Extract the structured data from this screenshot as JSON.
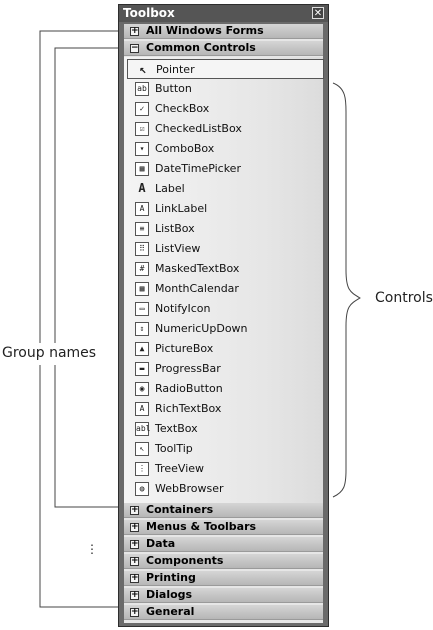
{
  "toolbox": {
    "title": "Toolbox",
    "close_glyph": "✕",
    "groups_top": [
      {
        "label": "All Windows Forms",
        "expander": "+"
      },
      {
        "label": "Common Controls",
        "expander": "−"
      }
    ],
    "controls": [
      {
        "label": "Pointer",
        "icon": "pointer-icon",
        "glyph": "↖",
        "selected": true
      },
      {
        "label": "Button",
        "icon": "button-icon",
        "glyph": "ab"
      },
      {
        "label": "CheckBox",
        "icon": "checkbox-icon",
        "glyph": "✓"
      },
      {
        "label": "CheckedListBox",
        "icon": "checkedlistbox-icon",
        "glyph": "☑"
      },
      {
        "label": "ComboBox",
        "icon": "combobox-icon",
        "glyph": "▾"
      },
      {
        "label": "DateTimePicker",
        "icon": "datetimepicker-icon",
        "glyph": "▦"
      },
      {
        "label": "Label",
        "icon": "label-icon",
        "glyph": "A"
      },
      {
        "label": "LinkLabel",
        "icon": "linklabel-icon",
        "glyph": "A"
      },
      {
        "label": "ListBox",
        "icon": "listbox-icon",
        "glyph": "≡"
      },
      {
        "label": "ListView",
        "icon": "listview-icon",
        "glyph": "⠿"
      },
      {
        "label": "MaskedTextBox",
        "icon": "maskedtextbox-icon",
        "glyph": "#"
      },
      {
        "label": "MonthCalendar",
        "icon": "monthcalendar-icon",
        "glyph": "▦"
      },
      {
        "label": "NotifyIcon",
        "icon": "notifyicon-icon",
        "glyph": "▭"
      },
      {
        "label": "NumericUpDown",
        "icon": "numericupdown-icon",
        "glyph": "⇕"
      },
      {
        "label": "PictureBox",
        "icon": "picturebox-icon",
        "glyph": "▲"
      },
      {
        "label": "ProgressBar",
        "icon": "progressbar-icon",
        "glyph": "▬"
      },
      {
        "label": "RadioButton",
        "icon": "radiobutton-icon",
        "glyph": "◉"
      },
      {
        "label": "RichTextBox",
        "icon": "richtextbox-icon",
        "glyph": "A"
      },
      {
        "label": "TextBox",
        "icon": "textbox-icon",
        "glyph": "abl"
      },
      {
        "label": "ToolTip",
        "icon": "tooltip-icon",
        "glyph": "↖"
      },
      {
        "label": "TreeView",
        "icon": "treeview-icon",
        "glyph": "⋮"
      },
      {
        "label": "WebBrowser",
        "icon": "webbrowser-icon",
        "glyph": "◍"
      }
    ],
    "groups_bottom": [
      {
        "label": "Containers",
        "expander": "+"
      },
      {
        "label": "Menus & Toolbars",
        "expander": "+"
      },
      {
        "label": "Data",
        "expander": "+"
      },
      {
        "label": "Components",
        "expander": "+"
      },
      {
        "label": "Printing",
        "expander": "+"
      },
      {
        "label": "Dialogs",
        "expander": "+"
      },
      {
        "label": "General",
        "expander": "+"
      }
    ]
  },
  "annotations": {
    "group_names": "Group names",
    "controls": "Controls",
    "ellipsis": "⋮"
  },
  "colors": {
    "window_frame": "#6a6a6a",
    "group_header": "#c6c6c6",
    "list_bg": "#e6e6e6"
  }
}
